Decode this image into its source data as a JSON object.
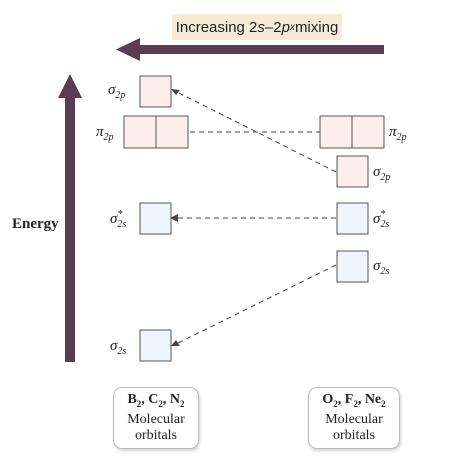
{
  "banner": {
    "prefix": "Increasing 2",
    "s": "s",
    "dash": "–2",
    "p": "p",
    "x": "x",
    "suffix": " mixing"
  },
  "axis": {
    "label": "Energy"
  },
  "sigma": "σ",
  "pi": "π",
  "star": "*",
  "subs": {
    "2p": "2p",
    "2s": "2s"
  },
  "colors": {
    "arrow": "#5a3d50",
    "pink_fill": "#fdeeee",
    "pink_stroke": "#d9a7a7",
    "blue_fill": "#eef6fc",
    "blue_stroke": "#8fb5cf"
  },
  "left_caption": {
    "molecules": [
      "B",
      "2",
      ", C",
      "2",
      ", N",
      "2"
    ],
    "line1": "Molecular",
    "line2": "orbitals"
  },
  "right_caption": {
    "molecules": [
      "O",
      "2",
      ", F",
      "2",
      ", Ne",
      "2"
    ],
    "line1": "Molecular",
    "line2": "orbitals"
  }
}
